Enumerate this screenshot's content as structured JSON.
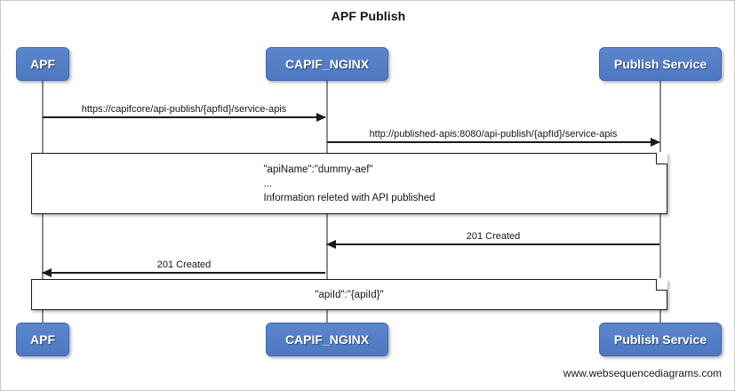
{
  "diagram": {
    "title": "APF Publish",
    "type": "sequence-diagram",
    "footer_credit": "www.websequencediagrams.com",
    "colors": {
      "participant_fill": "#5580ca",
      "participant_border": "#3f68ad",
      "participant_text": "#ffffff",
      "line": "#1a1a1a",
      "lifeline": "#8d8d8d",
      "note_fill": "#ffffff",
      "background": "#ffffff"
    }
  },
  "participants": [
    {
      "id": "apf",
      "label": "APF"
    },
    {
      "id": "capif_nginx",
      "label": "CAPIF_NGINX"
    },
    {
      "id": "publish_service",
      "label": "Publish Service"
    }
  ],
  "messages": [
    {
      "id": "msg-1",
      "label": "https://capifcore/api-publish/{apfId}/service-apis",
      "from": "APF",
      "to": "CAPIF_NGINX",
      "direction": "right"
    },
    {
      "id": "msg-2",
      "label": "http://published-apis:8080/api-publish/{apfId}/service-apis",
      "from": "CAPIF_NGINX",
      "to": "Publish Service",
      "direction": "right"
    },
    {
      "id": "msg-3",
      "label": "201 Created",
      "from": "Publish Service",
      "to": "CAPIF_NGINX",
      "direction": "left"
    },
    {
      "id": "msg-4",
      "label": "201 Created",
      "from": "CAPIF_NGINX",
      "to": "APF",
      "direction": "left"
    }
  ],
  "notes": [
    {
      "id": "note-1",
      "align": "left",
      "lines": [
        "\"apiName\":\"dummy-aef\"",
        "...",
        "Information releted with API published"
      ]
    },
    {
      "id": "note-2",
      "align": "center",
      "lines": [
        "\"apiId\":\"{apiId}\""
      ]
    }
  ]
}
